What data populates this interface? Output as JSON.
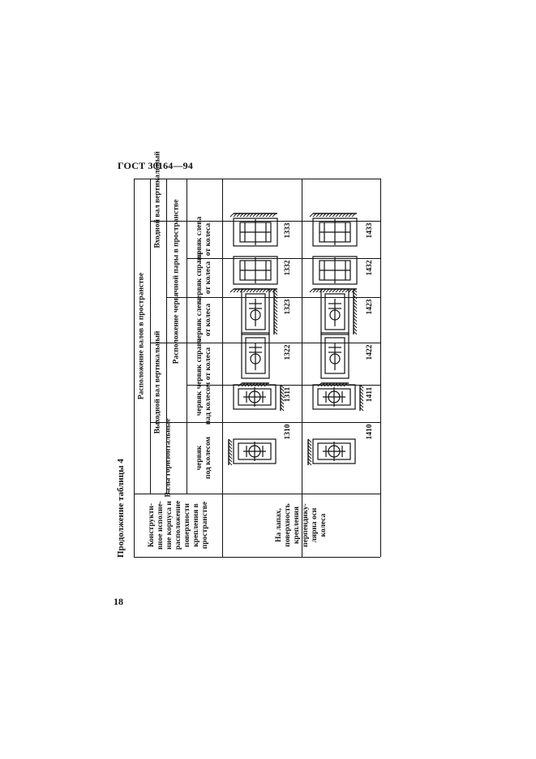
{
  "document": {
    "standard": "ГОСТ 30164—94",
    "continuation": "Продолжение таблицы 4",
    "page_number": "18"
  },
  "table": {
    "header_design": [
      "Конструкти-",
      "вное исполне-",
      "ние корпуса и",
      "расположение",
      "поверхности",
      "крепления в",
      "пространстве"
    ],
    "header_shafts": "Расположение валов в пространстве",
    "header_horizontal": "Валы горизонтальные",
    "header_output_vertical": "Выходной вал вертикальный",
    "header_input_vertical": "Входной вал вертикальный",
    "header_pair": "Расположение червячной пары в пространстве",
    "columns": [
      [
        "червяк",
        "под колесом"
      ],
      [
        "червяк",
        "над колесом"
      ],
      [
        "червяк справа",
        "от колеса"
      ],
      [
        "червяк слева",
        "от колеса"
      ],
      [
        "червяк справа",
        "от колеса"
      ],
      [
        "червяк слева",
        "от колеса"
      ]
    ],
    "row_label": [
      "На лапах,",
      "поверхность",
      "крепления",
      "перпендику-",
      "лярна оси",
      "колеса"
    ],
    "codes_row1": [
      "1310",
      "1311",
      "1322",
      "1323",
      "1332",
      "1333"
    ],
    "codes_row2": [
      "1410",
      "1411",
      "1422",
      "1423",
      "1432",
      "1433"
    ]
  },
  "icons": {
    "row1": [
      "worm-below-icon",
      "worm-above-icon",
      "worm-right-icon",
      "worm-left-icon",
      "input-vertical-right-icon",
      "input-vertical-left-icon"
    ],
    "row2": [
      "worm-below-icon",
      "worm-above-icon",
      "worm-right-icon",
      "worm-left-icon",
      "input-vertical-right-icon",
      "input-vertical-left-icon"
    ]
  }
}
